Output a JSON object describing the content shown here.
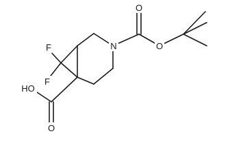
{
  "molecule": {
    "atoms": [
      {
        "id": "f1",
        "label": "F"
      },
      {
        "id": "f2",
        "label": "F"
      },
      {
        "id": "n",
        "label": "N"
      },
      {
        "id": "o-carbonyl-boc",
        "label": "O"
      },
      {
        "id": "o-ester-boc",
        "label": "O"
      },
      {
        "id": "oh",
        "label": "HO"
      },
      {
        "id": "o-carbonyl-acid",
        "label": "O"
      }
    ]
  }
}
